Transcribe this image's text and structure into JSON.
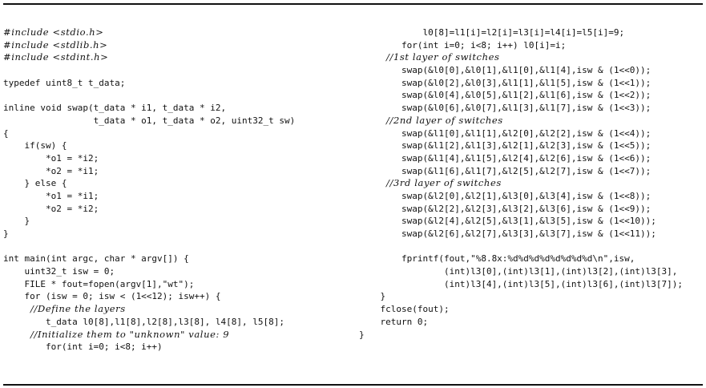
{
  "listing": {
    "left": [
      {
        "text": "#include <stdio.h>",
        "style": "it"
      },
      {
        "text": "#include <stdlib.h>",
        "style": "it"
      },
      {
        "text": "#include <stdint.h>",
        "style": "it"
      },
      {
        "text": "",
        "style": "blank"
      },
      {
        "text": "typedef uint8_t t_data;",
        "style": "code"
      },
      {
        "text": "",
        "style": "blank"
      },
      {
        "text": "inline void swap(t_data * i1, t_data * i2,",
        "style": "code"
      },
      {
        "text": "                 t_data * o1, t_data * o2, uint32_t sw)",
        "style": "code"
      },
      {
        "text": "{",
        "style": "code"
      },
      {
        "text": "    if(sw) {",
        "style": "code"
      },
      {
        "text": "        *o1 = *i2;",
        "style": "code"
      },
      {
        "text": "        *o2 = *i1;",
        "style": "code"
      },
      {
        "text": "    } else {",
        "style": "code"
      },
      {
        "text": "        *o1 = *i1;",
        "style": "code"
      },
      {
        "text": "        *o2 = *i2;",
        "style": "code"
      },
      {
        "text": "    }",
        "style": "code"
      },
      {
        "text": "}",
        "style": "code"
      },
      {
        "text": "",
        "style": "blank"
      },
      {
        "text": "int main(int argc, char * argv[]) {",
        "style": "code"
      },
      {
        "text": "    uint32_t isw = 0;",
        "style": "code"
      },
      {
        "text": "    FILE * fout=fopen(argv[1],\"wt\");",
        "style": "code"
      },
      {
        "text": "    for (isw = 0; isw < (1<<12); isw++) {",
        "style": "code"
      },
      {
        "text": "        //Define the layers",
        "style": "it"
      },
      {
        "text": "        t_data l0[8],l1[8],l2[8],l3[8], l4[8], l5[8];",
        "style": "code"
      },
      {
        "text": "        //Initialize them to \"unknown\" value: 9",
        "style": "it"
      },
      {
        "text": "        for(int i=0; i<8; i++)",
        "style": "code"
      }
    ],
    "right": [
      {
        "text": "            l0[8]=l1[i]=l2[i]=l3[i]=l4[i]=l5[i]=9;",
        "style": "code"
      },
      {
        "text": "        for(int i=0; i<8; i++) l0[i]=i;",
        "style": "code"
      },
      {
        "text": "        //1st layer of switches",
        "style": "it"
      },
      {
        "text": "        swap(&l0[0],&l0[1],&l1[0],&l1[4],isw & (1<<0));",
        "style": "code"
      },
      {
        "text": "        swap(&l0[2],&l0[3],&l1[1],&l1[5],isw & (1<<1));",
        "style": "code"
      },
      {
        "text": "        swap(&l0[4],&l0[5],&l1[2],&l1[6],isw & (1<<2));",
        "style": "code"
      },
      {
        "text": "        swap(&l0[6],&l0[7],&l1[3],&l1[7],isw & (1<<3));",
        "style": "code"
      },
      {
        "text": "        //2nd layer of switches",
        "style": "it"
      },
      {
        "text": "        swap(&l1[0],&l1[1],&l2[0],&l2[2],isw & (1<<4));",
        "style": "code"
      },
      {
        "text": "        swap(&l1[2],&l1[3],&l2[1],&l2[3],isw & (1<<5));",
        "style": "code"
      },
      {
        "text": "        swap(&l1[4],&l1[5],&l2[4],&l2[6],isw & (1<<6));",
        "style": "code"
      },
      {
        "text": "        swap(&l1[6],&l1[7],&l2[5],&l2[7],isw & (1<<7));",
        "style": "code"
      },
      {
        "text": "        //3rd layer of switches",
        "style": "it"
      },
      {
        "text": "        swap(&l2[0],&l2[1],&l3[0],&l3[4],isw & (1<<8));",
        "style": "code"
      },
      {
        "text": "        swap(&l2[2],&l2[3],&l3[2],&l3[6],isw & (1<<9));",
        "style": "code"
      },
      {
        "text": "        swap(&l2[4],&l2[5],&l3[1],&l3[5],isw & (1<<10));",
        "style": "code"
      },
      {
        "text": "        swap(&l2[6],&l2[7],&l3[3],&l3[7],isw & (1<<11));",
        "style": "code"
      },
      {
        "text": "",
        "style": "blank"
      },
      {
        "text": "        fprintf(fout,\"%8.8x:%d%d%d%d%d%d%d%d\\n\",isw,",
        "style": "code"
      },
      {
        "text": "                (int)l3[0],(int)l3[1],(int)l3[2],(int)l3[3],",
        "style": "code"
      },
      {
        "text": "                (int)l3[4],(int)l3[5],(int)l3[6],(int)l3[7]);",
        "style": "code"
      },
      {
        "text": "    }",
        "style": "code"
      },
      {
        "text": "    fclose(fout);",
        "style": "code"
      },
      {
        "text": "    return 0;",
        "style": "code"
      },
      {
        "text": "}",
        "style": "code"
      }
    ]
  }
}
